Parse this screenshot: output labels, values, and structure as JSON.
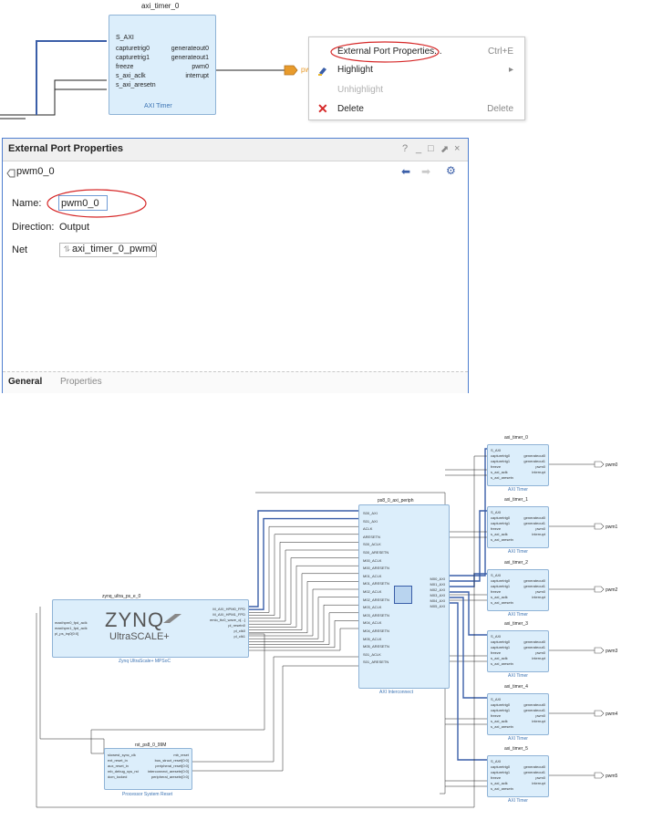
{
  "top_block": {
    "title": "axi_timer_0",
    "subtitle": "AXI Timer",
    "left_pins": [
      "S_AXI",
      "capturetrig0",
      "capturetrig1",
      "freeze",
      "s_axi_aclk",
      "s_axi_aresetn"
    ],
    "right_pins": [
      "generateout0",
      "generateout1",
      "pwm0",
      "interrupt"
    ],
    "port_label": "pw"
  },
  "context_menu": {
    "items": [
      {
        "label": "External Port Properties...",
        "shortcut": "Ctrl+E",
        "icon": "none"
      },
      {
        "label": "Highlight",
        "shortcut": "▸",
        "icon": "highlight-pen-icon"
      },
      {
        "label": "Unhighlight",
        "shortcut": "",
        "icon": "none"
      },
      {
        "label": "Delete",
        "shortcut": "Delete",
        "icon": "delete-x-icon"
      }
    ]
  },
  "dialog": {
    "title": "External Port Properties",
    "controls": [
      "?",
      "_",
      "□",
      "⬈",
      "×"
    ],
    "object_name": "pwm0_0",
    "name_label": "Name:",
    "name_value": "pwm0_0",
    "direction_label": "Direction:",
    "direction_value": "Output",
    "net_label": "Net",
    "net_value": "axi_timer_0_pwm0",
    "tabs": [
      "General",
      "Properties"
    ]
  },
  "diagram": {
    "zynq": {
      "title": "zynq_ultra_ps_e_0",
      "logo": "ZYNQ",
      "logo_sub": "UltraSCALE+",
      "subtitle": "Zynq UltraScale+ MPSoC",
      "left_pins": [
        "maxihpm0_fpd_aclk",
        "maxihpm1_fpd_aclk",
        "pl_ps_irq0[0:0]"
      ],
      "right_pins": [
        "M_AXI_HPM0_FPD",
        "M_AXI_HPM1_FPD",
        "emio_ttc0_wave_o[...]",
        "pl_resetn0",
        "pl_clk0",
        "pl_clk1"
      ]
    },
    "interconnect": {
      "title": "ps8_0_axi_periph",
      "subtitle": "AXI Interconnect",
      "left_pins": [
        "S00_AXI",
        "S01_AXI",
        "ACLK",
        "ARESETN",
        "S00_ACLK",
        "S00_ARESETN",
        "M00_ACLK",
        "M00_ARESETN",
        "M01_ACLK",
        "M01_ARESETN",
        "M02_ACLK",
        "M02_ARESETN",
        "M03_ACLK",
        "M03_ARESETN",
        "M04_ACLK",
        "M04_ARESETN",
        "M05_ACLK",
        "M05_ARESETN",
        "S01_ACLK",
        "S01_ARESETN"
      ],
      "right_pins": [
        "M00_AXI",
        "M01_AXI",
        "M02_AXI",
        "M03_AXI",
        "M04_AXI",
        "M05_AXI"
      ]
    },
    "reset": {
      "title": "rst_ps8_0_99M",
      "subtitle": "Processor System Reset",
      "left_pins": [
        "slowest_sync_clk",
        "ext_reset_in",
        "aux_reset_in",
        "mb_debug_sys_rst",
        "dcm_locked"
      ],
      "right_pins": [
        "mb_reset",
        "bus_struct_reset[0:0]",
        "peripheral_reset[0:0]",
        "interconnect_aresetn[0:0]",
        "peripheral_aresetn[0:0]"
      ]
    },
    "timers": [
      {
        "title": "axi_timer_0",
        "subtitle": "AXI Timer",
        "port": "pwm0"
      },
      {
        "title": "axi_timer_1",
        "subtitle": "AXI Timer",
        "port": "pwm1"
      },
      {
        "title": "axi_timer_2",
        "subtitle": "AXI Timer",
        "port": "pwm2"
      },
      {
        "title": "axi_timer_3",
        "subtitle": "AXI Timer",
        "port": "pwm3"
      },
      {
        "title": "axi_timer_4",
        "subtitle": "AXI Timer",
        "port": "pwm4"
      },
      {
        "title": "axi_timer_5",
        "subtitle": "AXI Timer",
        "port": "pwm5"
      }
    ],
    "timer_left_pins": [
      "S_AXI",
      "capturetrig0",
      "capturetrig1",
      "freeze",
      "s_axi_aclk",
      "s_axi_aresetn"
    ],
    "timer_right_pins": [
      "generateout0",
      "generateout1",
      "pwm0",
      "interrupt"
    ]
  },
  "colors": {
    "accent": "#4f7ecf",
    "highlight": "#d62828",
    "block_fill": "#dceefb",
    "bus": "#3a5ea8",
    "port": "#e89b2c"
  }
}
